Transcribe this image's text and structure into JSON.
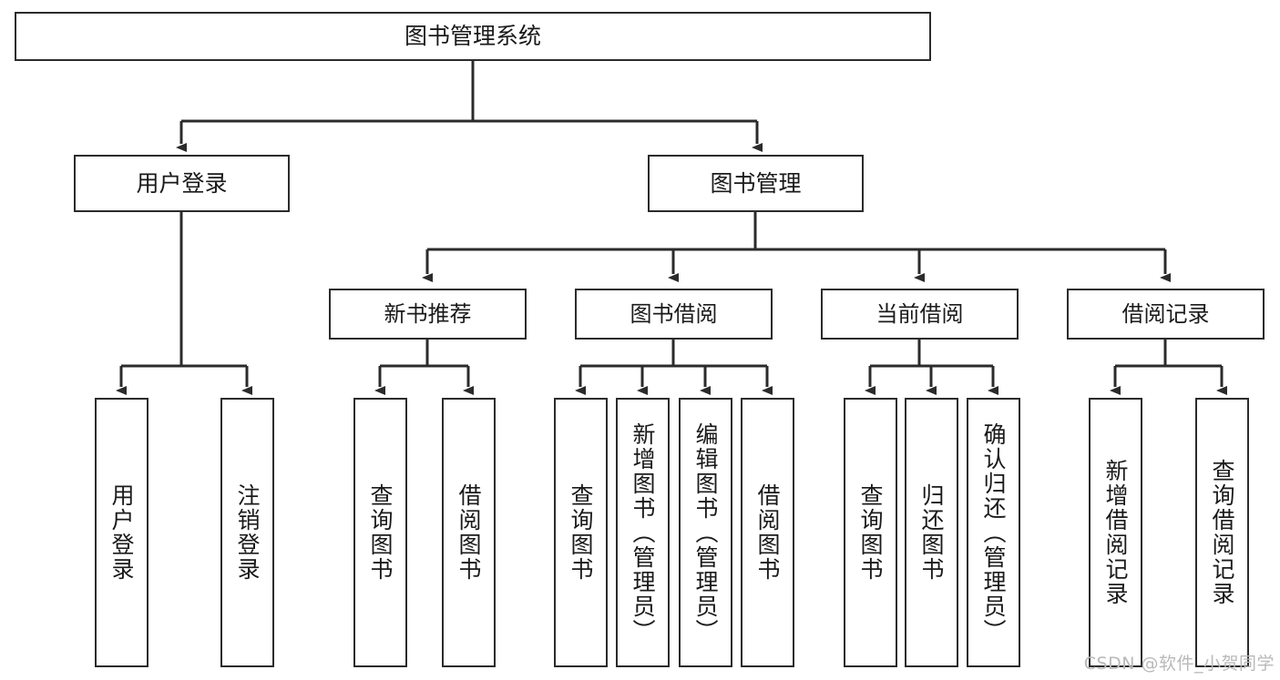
{
  "diagram": {
    "type": "tree-hierarchy-chart",
    "root": {
      "id": "root",
      "label": "图书管理系统"
    },
    "level2": [
      {
        "id": "user-login",
        "label": "用户登录"
      },
      {
        "id": "book-manage",
        "label": "图书管理"
      }
    ],
    "level3": [
      {
        "id": "new-book-recommend",
        "label": "新书推荐",
        "parent": "book-manage"
      },
      {
        "id": "book-borrow",
        "label": "图书借阅",
        "parent": "book-manage"
      },
      {
        "id": "current-borrow",
        "label": "当前借阅",
        "parent": "book-manage"
      },
      {
        "id": "borrow-record",
        "label": "借阅记录",
        "parent": "book-manage"
      }
    ],
    "leaves": [
      {
        "id": "leaf-user-login",
        "label": "用户登录",
        "parent": "user-login"
      },
      {
        "id": "leaf-logout-login",
        "label": "注销登录",
        "parent": "user-login"
      },
      {
        "id": "leaf-query-book-1",
        "label": "查询图书",
        "parent": "new-book-recommend"
      },
      {
        "id": "leaf-borrow-book-1",
        "label": "借阅图书",
        "parent": "new-book-recommend"
      },
      {
        "id": "leaf-query-book-2",
        "label": "查询图书",
        "parent": "book-borrow"
      },
      {
        "id": "leaf-add-book",
        "label": "新增图书（管理员）",
        "parent": "book-borrow"
      },
      {
        "id": "leaf-edit-book",
        "label": "编辑图书（管理员）",
        "parent": "book-borrow"
      },
      {
        "id": "leaf-borrow-book-2",
        "label": "借阅图书",
        "parent": "book-borrow"
      },
      {
        "id": "leaf-query-book-3",
        "label": "查询图书",
        "parent": "current-borrow"
      },
      {
        "id": "leaf-return-book",
        "label": "归还图书",
        "parent": "current-borrow"
      },
      {
        "id": "leaf-confirm-return",
        "label": "确认归还（管理员）",
        "parent": "current-borrow"
      },
      {
        "id": "leaf-add-record",
        "label": "新增借阅记录",
        "parent": "borrow-record"
      },
      {
        "id": "leaf-query-record",
        "label": "查询借阅记录",
        "parent": "borrow-record"
      }
    ]
  },
  "watermark": {
    "text": "CSDN @软件_小贺同学"
  },
  "colors": {
    "stroke": "#2b2b2b",
    "background": "#ffffff",
    "text": "#1a1a1a",
    "watermark": "#b9b9b9"
  }
}
